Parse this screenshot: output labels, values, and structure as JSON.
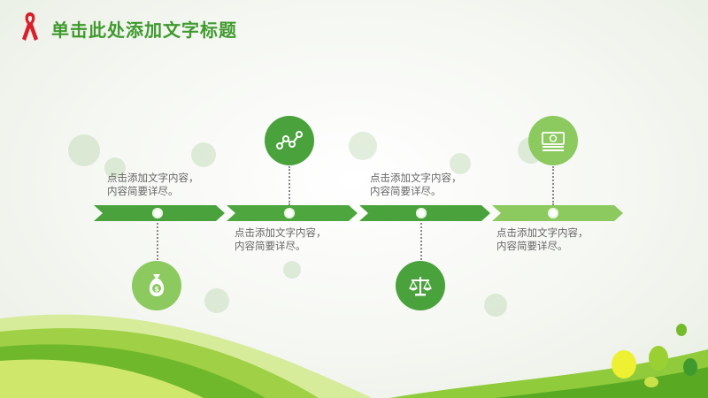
{
  "title": "单击此处添加文字标题",
  "colors": {
    "title": "#3f9a2e",
    "dark_green": "#4aa23c",
    "mid_green": "#4ea63e",
    "light_green": "#8cc95f",
    "text_gray": "#666666"
  },
  "timeline": [
    {
      "line1": "点击添加文字内容，",
      "line2": "内容简要详尽。",
      "icon": "chart-line-icon"
    },
    {
      "line1": "点击添加文字内容，",
      "line2": "内容简要详尽。",
      "icon": "money-bag-icon"
    },
    {
      "line1": "点击添加文字内容，",
      "line2": "内容简要详尽。",
      "icon": "scale-balance-icon"
    },
    {
      "line1": "点击添加文字内容，",
      "line2": "内容简要详尽。",
      "icon": "cash-stack-icon"
    }
  ]
}
